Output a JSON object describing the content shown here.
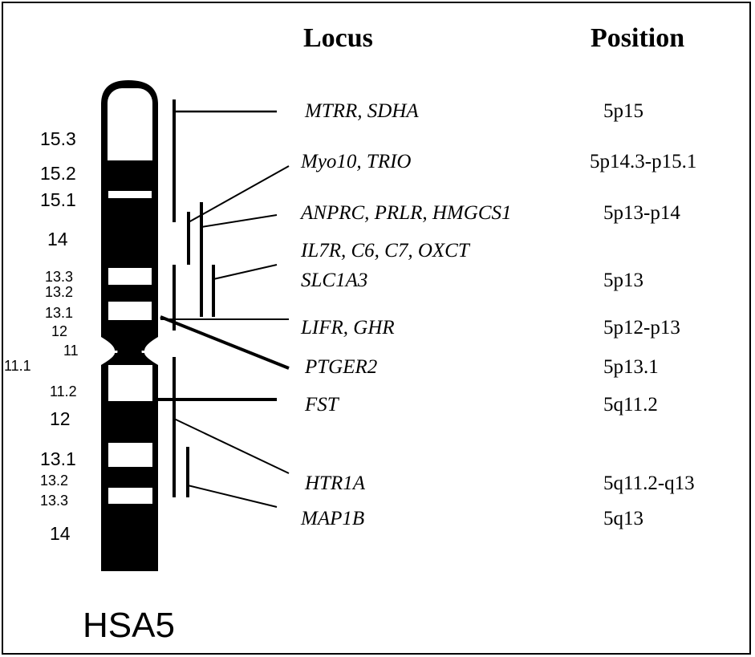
{
  "headers": {
    "locus": "Locus",
    "position": "Position"
  },
  "chromosome_label": "HSA5",
  "bands": {
    "p15_3": "15.3",
    "p15_2": "15.2",
    "p15_1": "15.1",
    "p14": "14",
    "p13_3": "13.3",
    "p13_2": "13.2",
    "p13_1": "13.1",
    "p12": "12",
    "p11": "11",
    "q11_1": "11.1",
    "q11_2": "11.2",
    "q12": "12",
    "q13_1": "13.1",
    "q13_2": "13.2",
    "q13_3": "13.3",
    "q14": "14"
  },
  "loci": [
    {
      "genes": "MTRR, SDHA",
      "position": "5p15"
    },
    {
      "genes": "Myo10, TRIO",
      "position": "5p14.3-p15.1"
    },
    {
      "genes": "ANPRC, PRLR, HMGCS1",
      "position": "5p13-p14"
    },
    {
      "genes": "IL7R, C6, C7, OXCT",
      "position": ""
    },
    {
      "genes": "SLC1A3",
      "position": "5p13"
    },
    {
      "genes": "LIFR, GHR",
      "position": "5p12-p13"
    },
    {
      "genes": "PTGER2",
      "position": "5p13.1"
    },
    {
      "genes": "FST",
      "position": "5q11.2"
    },
    {
      "genes": "HTR1A",
      "position": "5q11.2-q13"
    },
    {
      "genes": "MAP1B",
      "position": "5q13"
    }
  ],
  "colors": {
    "ink": "#000000",
    "paper": "#ffffff"
  }
}
